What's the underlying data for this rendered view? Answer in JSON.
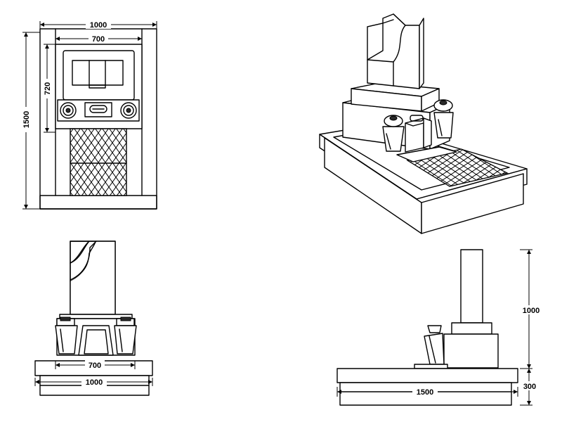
{
  "dimensions": {
    "top_width": "1000",
    "top_inner_width": "700",
    "top_inner_height": "720",
    "top_depth": "1500",
    "front_inner_width": "700",
    "front_width": "1000",
    "side_height": "1000",
    "side_length": "1500",
    "side_base_height": "300"
  }
}
